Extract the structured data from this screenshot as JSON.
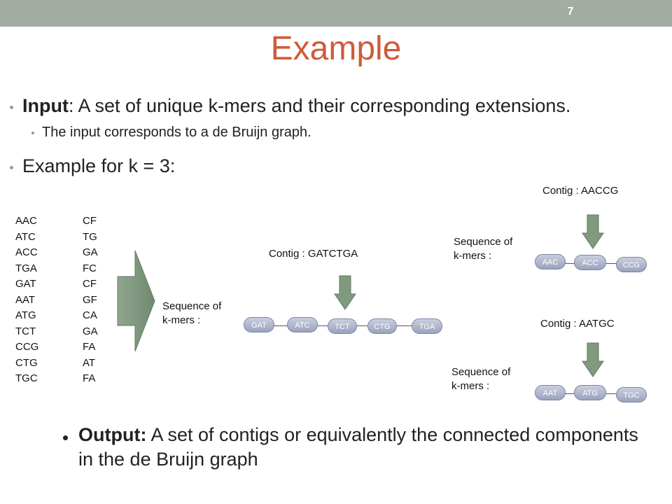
{
  "slide": {
    "number": "7",
    "title": "Example"
  },
  "bullets": {
    "input_label": "Input",
    "input_text": ": A set of unique k-mers and their corresponding extensions.",
    "sub_text": "The input corresponds to a de Bruijn graph.",
    "example_text": "Example for k = 3:"
  },
  "kmers": [
    "AAC",
    "ATC",
    "ACC",
    "TGA",
    "GAT",
    "AAT",
    "ATG",
    "TCT",
    "CCG",
    "CTG",
    "TGC"
  ],
  "extensions": [
    "CF",
    "TG",
    "GA",
    "FC",
    "CF",
    "GF",
    "CA",
    "GA",
    "FA",
    "AT",
    "FA"
  ],
  "middle": {
    "sequence_label": "Sequence of k-mers :",
    "contig": "Contig : GATCTGA",
    "nodes": [
      "GAT",
      "ATC",
      "TCT",
      "CTG",
      "TGA"
    ]
  },
  "right_top": {
    "contig": "Contig : AACCG",
    "sequence_label": "Sequence of k-mers :",
    "nodes": [
      "AAC",
      "ACC",
      "CCG"
    ]
  },
  "right_bottom": {
    "contig": "Contig : AATGC",
    "sequence_label": "Sequence of k-mers :",
    "nodes": [
      "AAT",
      "ATG",
      "TGC"
    ]
  },
  "output": {
    "label": "Output:",
    "text": " A set of contigs or equivalently the connected components in the de Bruijn graph"
  }
}
